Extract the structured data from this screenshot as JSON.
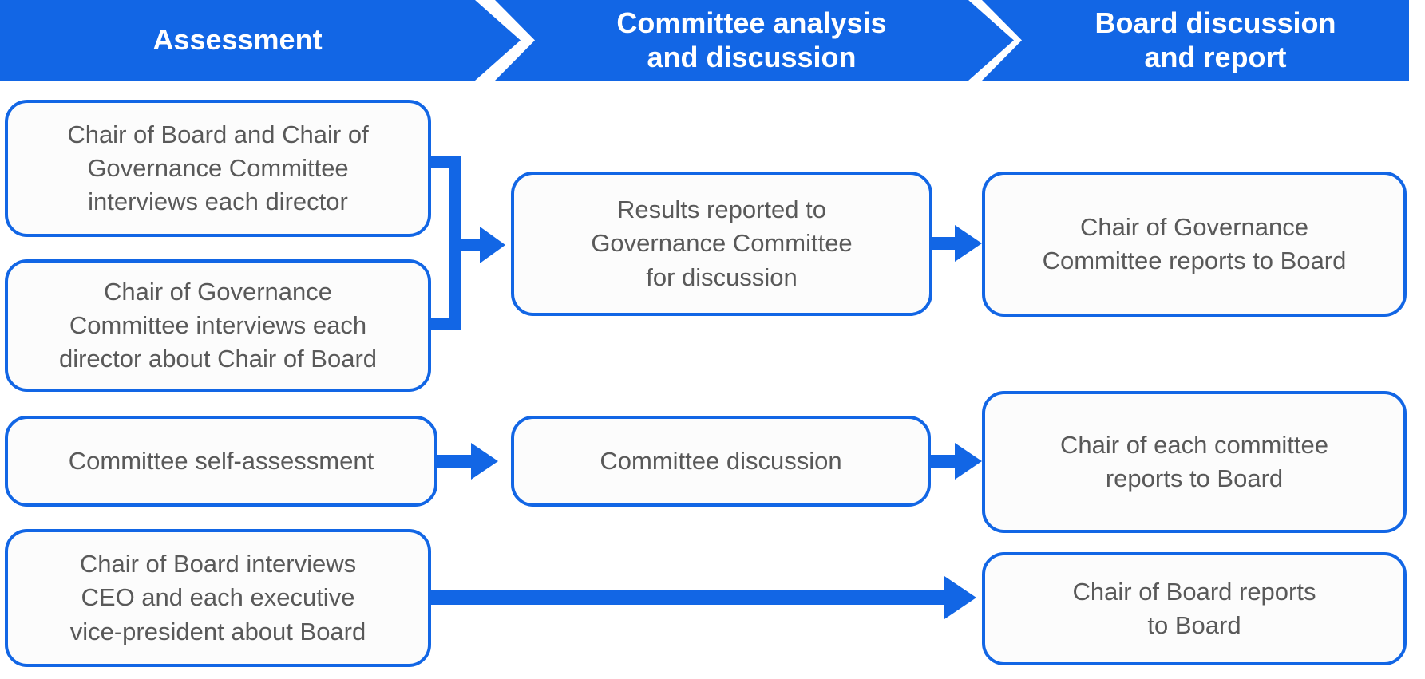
{
  "colors": {
    "accent_blue": "#1266E5",
    "box_fill": "#FCFCFC",
    "box_text_gray": "#595959",
    "header_text": "#FFFFFF",
    "background": "#FFFFFF"
  },
  "header": {
    "steps": [
      {
        "label": "Assessment"
      },
      {
        "label": "Committee analysis\nand discussion"
      },
      {
        "label": "Board discussion\nand report"
      }
    ]
  },
  "boxes": {
    "interview_directors": "Chair of Board and Chair of\nGovernance Committee\ninterviews each director",
    "interview_about_chair": "Chair of Governance\nCommittee interviews each\ndirector about Chair of Board",
    "committee_self_assessment": "Committee self-assessment",
    "ceo_evp_interviews": "Chair of Board interviews\nCEO and each executive\nvice-president about Board",
    "results_reported": "Results reported to\nGovernance Committee\nfor discussion",
    "committee_discussion": "Committee discussion",
    "governance_chair_reports": "Chair of Governance\nCommittee reports to Board",
    "committee_chairs_report": "Chair of each committee\nreports to Board",
    "board_chair_reports": "Chair of Board reports\nto Board"
  }
}
